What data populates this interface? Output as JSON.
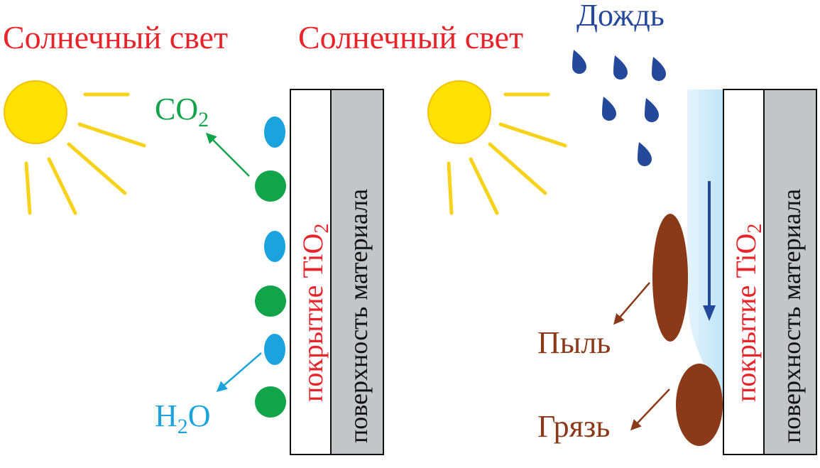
{
  "left_panel": {
    "sunlight_label": "Солнечный свет",
    "coating_label": "покрытие TiO",
    "coating_sub": "2",
    "surface_label": "поверхность материала",
    "co2_main": "CO",
    "co2_sub": "2",
    "h2o_h": "H",
    "h2o_sub": "2",
    "h2o_o": "O"
  },
  "right_panel": {
    "sunlight_label": "Солнечный свет",
    "rain_label": "Дождь",
    "coating_label": "покрытие TiO",
    "coating_sub": "2",
    "surface_label": "поверхность материала",
    "dust_label": "Пыль",
    "dirt_label": "Грязь"
  },
  "colors": {
    "sunlight_text": "#e8242b",
    "sun": "#ffe100",
    "sun_ray": "#f6d21a",
    "co2": "#11a44a",
    "h2o": "#1aa3dd",
    "rain": "#24489a",
    "dirt": "#8a3a18",
    "coating_text": "#e8242b",
    "surface_fill": "#c2c6c6",
    "water_film": "#cdeaf8"
  }
}
